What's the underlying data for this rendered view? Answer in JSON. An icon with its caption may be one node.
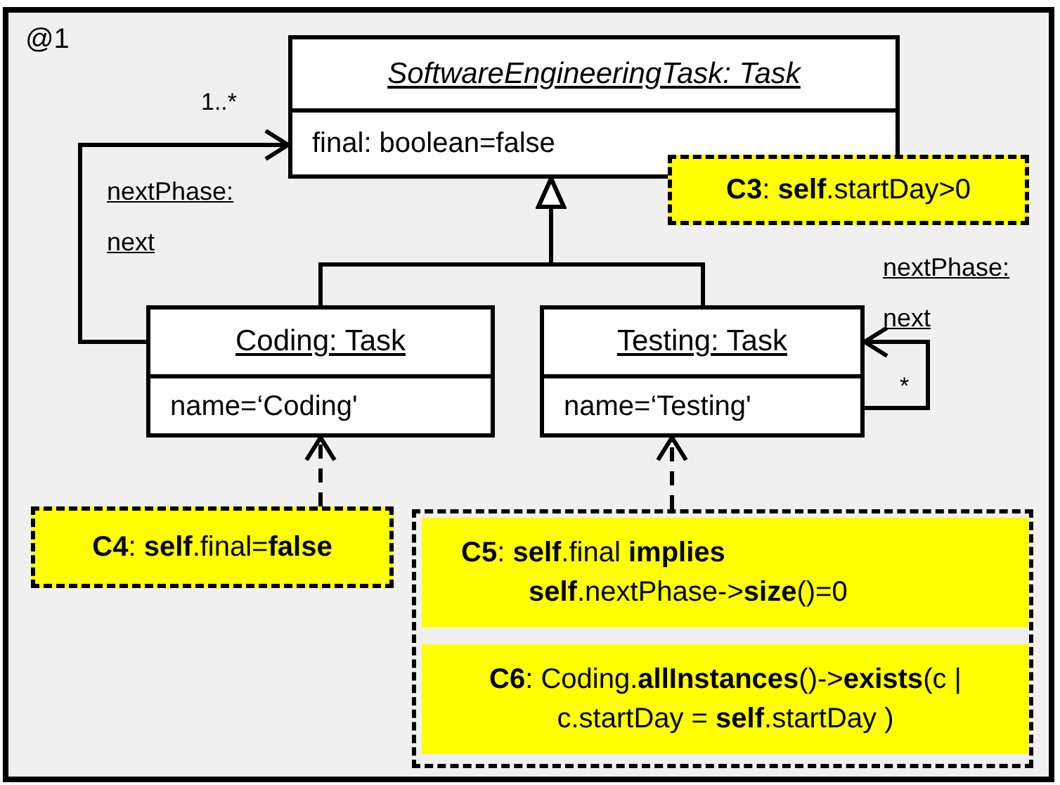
{
  "diagram": {
    "nodes": [
      {
        "text": [
          "@1"
        ]
      },
      {
        "text": [
          "SoftwareEngineeringTask: Task",
          "final: boolean=false"
        ],
        "in": 0
      },
      {
        "text": [
          "Coding: Task",
          "name=‘Coding'"
        ],
        "in": 0
      },
      {
        "text": [
          "Testing: Task",
          "name=‘Testing'"
        ],
        "in": 0
      },
      {
        "text": [
          "**C3**: **self**.startDay>0"
        ],
        "in": 0
      },
      {
        "text": [
          "**C4**: **self**.final=**false**"
        ],
        "in": 0
      },
      {
        "text": [],
        "shape": "box",
        "in": 0
      },
      {
        "text": [
          "**C5**: **self**.final **implies** **self**.nextPhase->**size**()=0"
        ],
        "in": 6
      },
      {
        "text": [
          "**C6**: Coding.**allInstances**()->**exists**(c | c.startDay = **self**.startDay )"
        ],
        "in": 6
      }
    ],
    "edges": [
      {
        "from": 2,
        "to": 1,
        "arrow": "to"
      },
      {
        "from": 3,
        "to": 1,
        "arrow": "to"
      },
      {
        "from": 2,
        "to": 1,
        "arrow": "to",
        "label": "nextPhase: next"
      },
      {
        "from": 3,
        "to": 3,
        "arrow": "to",
        "label": "nextPhase: next"
      },
      {
        "from": 5,
        "to": 2,
        "arrow": "to",
        "style": "dashed"
      },
      {
        "from": 6,
        "to": 3,
        "arrow": "to",
        "style": "dashed"
      }
    ],
    "labels": [
      "1..*",
      "*"
    ]
  }
}
